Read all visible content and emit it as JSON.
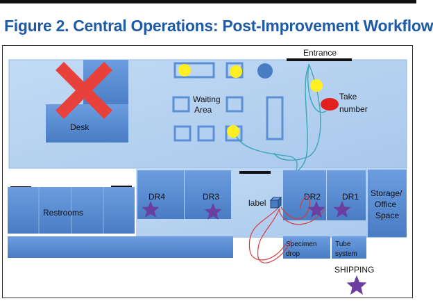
{
  "figure": {
    "title": "Figure 2. Central Operations: Post-Improvement Workflow"
  },
  "labels": {
    "entrance": "Entrance",
    "desk": "Desk",
    "waiting_area_line1": "Waiting",
    "waiting_area_line2": "Area",
    "take_number_line1": "Take",
    "take_number_line2": "number",
    "restrooms": "Restrooms",
    "dr4": "DR4",
    "dr3": "DR3",
    "dr2": "DR2",
    "dr1": "DR1",
    "label": "label",
    "storage_line1": "Storage/",
    "storage_line2": "Office",
    "storage_line3": "Space",
    "specimen_line1": "Specimen",
    "specimen_line2": "drop",
    "tube_line1": "Tube",
    "tube_line2": "system",
    "shipping": "SHIPPING"
  },
  "colors": {
    "title": "#1f5aa6",
    "floor": "#b7d1ef",
    "room": "#5b8fd6",
    "room_dark": "#4a7cc4",
    "yellow_marker": "#ffee22",
    "red_x": "#e8403a",
    "star": "#6a3fa0",
    "path_teal": "#3aa6b9",
    "path_red": "#d63b3b"
  }
}
